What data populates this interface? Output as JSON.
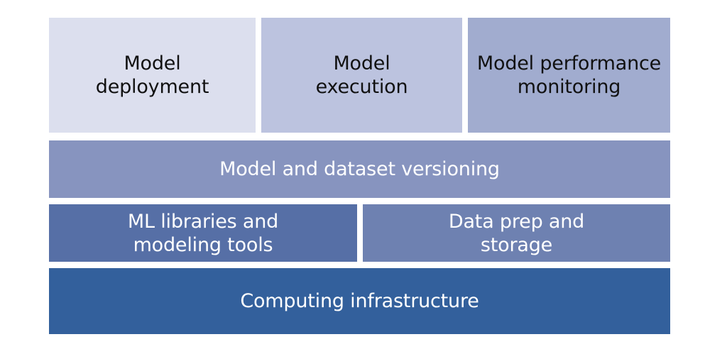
{
  "diagram": {
    "blocks": [
      {
        "id": "b-deploy",
        "label": "Model\ndeployment",
        "fill": "#dcdfee",
        "text_color": "#111111"
      },
      {
        "id": "b-exec",
        "label": "Model\nexecution",
        "fill": "#bcc3df",
        "text_color": "#111111"
      },
      {
        "id": "b-monitor",
        "label": "Model performance\nmonitoring",
        "fill": "#a1accf",
        "text_color": "#111111"
      },
      {
        "id": "b-version",
        "label": "Model and dataset versioning",
        "fill": "#8794bf",
        "text_color": "#ffffff"
      },
      {
        "id": "b-mllib",
        "label": "ML libraries and\nmodeling tools",
        "fill": "#566fa6",
        "text_color": "#ffffff"
      },
      {
        "id": "b-dataprep",
        "label": "Data prep and\nstorage",
        "fill": "#6e81b1",
        "text_color": "#ffffff"
      },
      {
        "id": "b-compute",
        "label": "Computing infrastructure",
        "fill": "#33609c",
        "text_color": "#ffffff"
      }
    ]
  }
}
